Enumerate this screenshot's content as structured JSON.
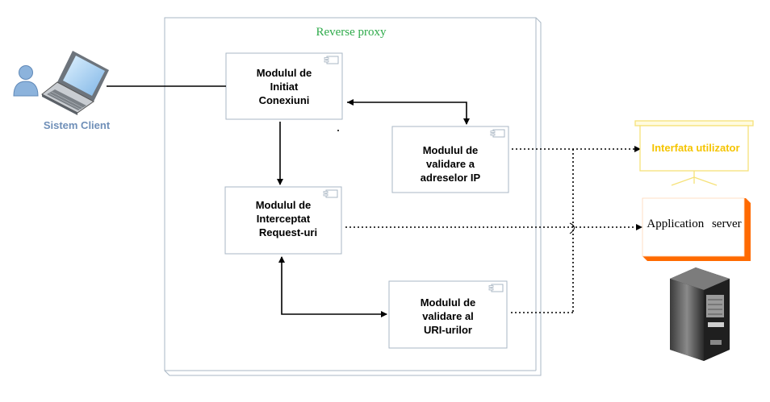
{
  "proxy": {
    "title": "Reverse proxy"
  },
  "client": {
    "label": "Sistem Client"
  },
  "modules": {
    "init_conn": [
      "Modulul de",
      "Initiat",
      "Conexiuni"
    ],
    "ip_valid": [
      "Modulul de",
      "validare a",
      "adreselor IP"
    ],
    "intercept": [
      "Modulul de",
      "Interceptat",
      "Request-uri"
    ],
    "uri_valid": [
      "Modulul de",
      "validare al",
      "URI-urilor"
    ]
  },
  "ui_display": {
    "label": "Interfata utilizator"
  },
  "app_server": {
    "label": "Application server"
  },
  "colors": {
    "proxy_title": "#2eaa4a",
    "client_label": "#6f8fb8",
    "ui_label": "#f5c400",
    "server_accent": "#ff6a00",
    "proxy_border": "#aab7c4"
  },
  "icons": [
    "user-icon",
    "laptop-icon",
    "component-icon",
    "presentation-screen-icon",
    "server-tower-icon"
  ]
}
